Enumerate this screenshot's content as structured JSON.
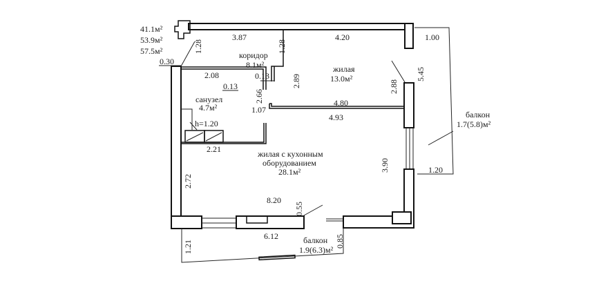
{
  "areas": {
    "total_living": "41.1м²",
    "total": "53.9м²",
    "total_with_balconies": "57.5м²"
  },
  "rooms": {
    "corridor": {
      "name": "коридор",
      "area": "8.1м²"
    },
    "bedroom": {
      "name": "жилая",
      "area": "13.0м²"
    },
    "bathroom": {
      "name": "санузел",
      "area": "4.7м²",
      "note": "h=1.20"
    },
    "living_kitchen": {
      "name1": "жилая с кухонным",
      "name2": "оборудованием",
      "area": "28.1м²"
    },
    "balcony_right": {
      "name": "балкон",
      "area": "1.7(5.8)м²"
    },
    "balcony_bottom": {
      "name": "балкон",
      "area": "1.9(6.3)м²"
    }
  },
  "dimensions": {
    "d387": "3.87",
    "d420": "4.20",
    "d100": "1.00",
    "d128a": "1.28",
    "d128b": "1.28",
    "d030": "0.30",
    "d208": "2.08",
    "d013a": "0.13",
    "d013b": "0.13",
    "d289": "2.89",
    "d288": "2.88",
    "d545": "5.45",
    "d266": "2.66",
    "d107": "1.07",
    "d480": "4.80",
    "d493": "4.93",
    "d221": "2.21",
    "d272": "2.72",
    "d390": "3.90",
    "d120": "1.20",
    "d820": "8.20",
    "d055": "0.55",
    "d612": "6.12",
    "d121": "1.21",
    "d085": "0.85"
  }
}
